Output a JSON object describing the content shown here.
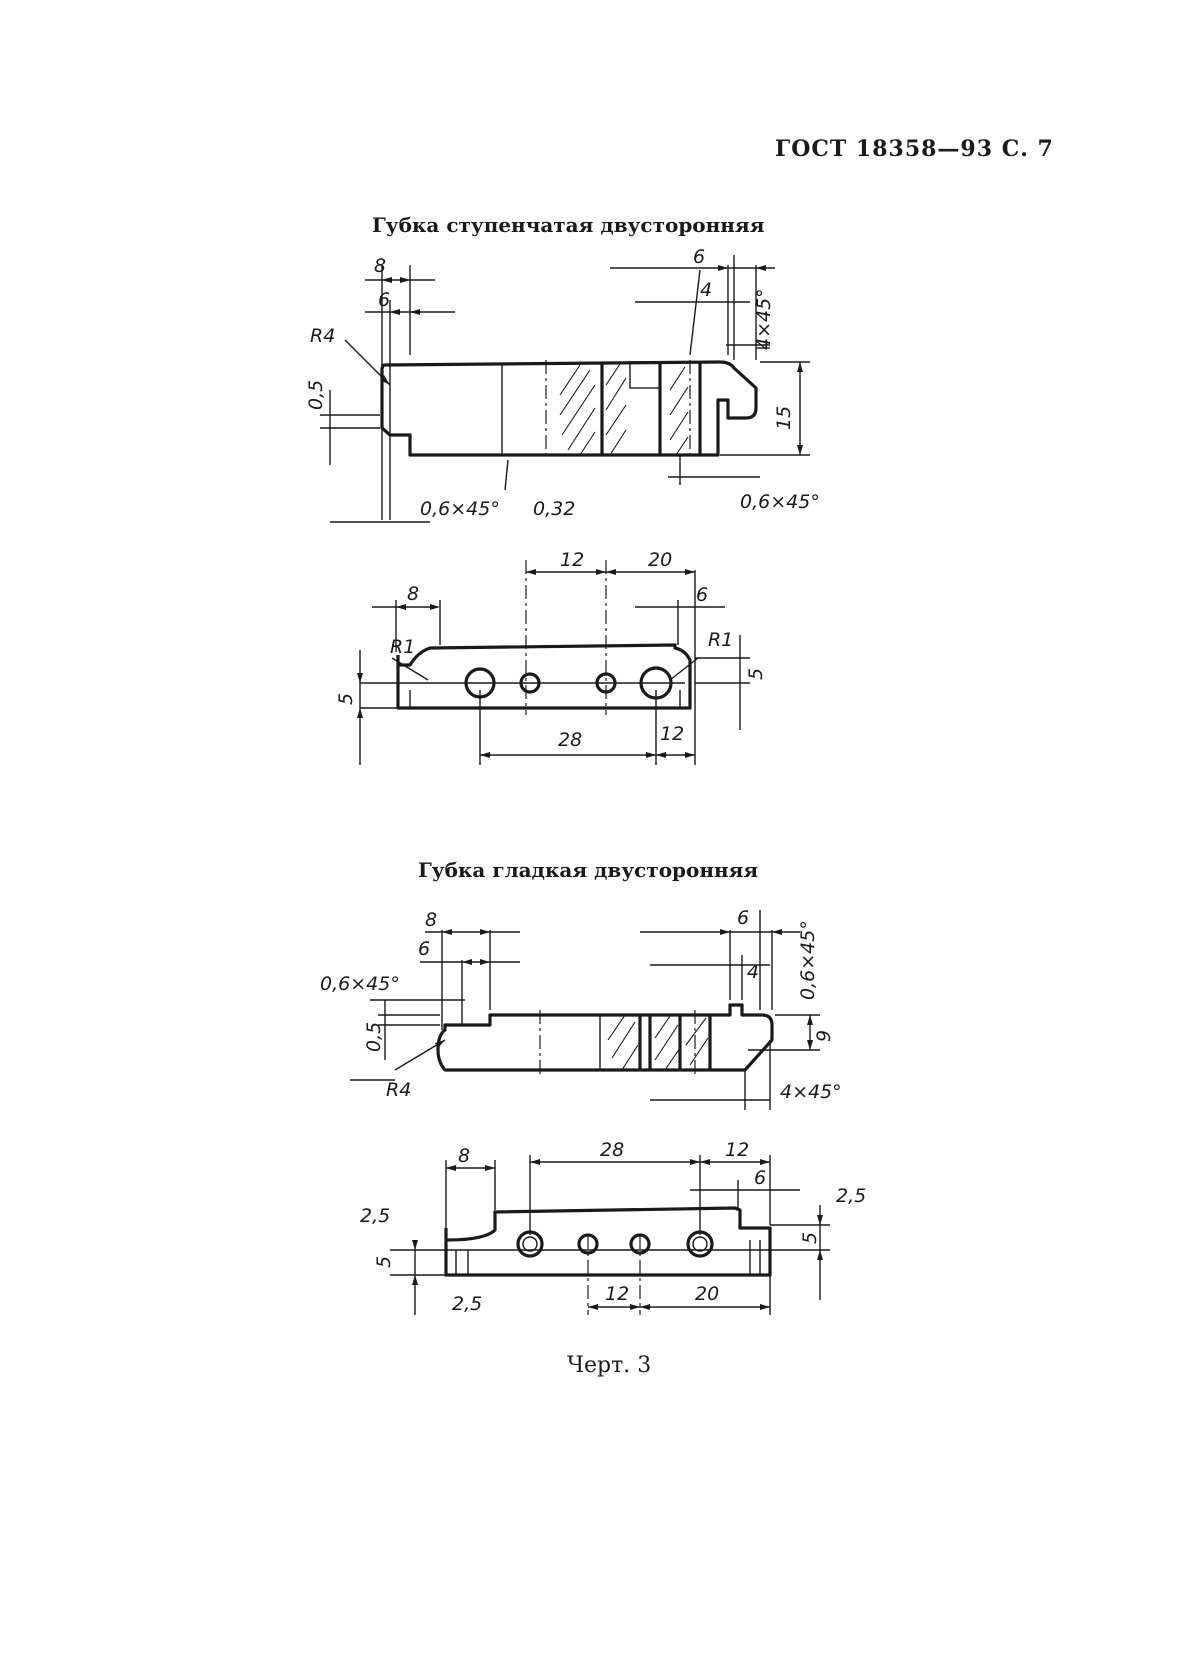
{
  "header": {
    "doc_ref": "ГОСТ 18358—93 С. 7"
  },
  "section1": {
    "title": "Губка ступенчатая двусторонняя",
    "dims": {
      "d8": "8",
      "d6": "6",
      "r4": "R4",
      "d05": "0,5",
      "ch06": "0,6×45°",
      "rough": "0,32",
      "d6r": "6",
      "d4r": "4",
      "ch4": "4×45°",
      "d15": "15",
      "ch06r": "0,6×45°"
    },
    "plan": {
      "d12": "12",
      "d20": "20",
      "d8": "8",
      "d6": "6",
      "r1a": "R1",
      "r1b": "R1",
      "d5a": "5",
      "d5b": "5",
      "d28": "28",
      "d12b": "12"
    }
  },
  "section2": {
    "title": "Губка гладкая двусторонняя",
    "dims": {
      "d8": "8",
      "d6": "6",
      "ch06": "0,6×45°",
      "d05": "0,5",
      "r4": "R4",
      "d6r": "6",
      "d4r": "4",
      "ch06r": "0,6×45°",
      "d9": "9",
      "ch4": "4×45°"
    },
    "plan": {
      "d8": "8",
      "d28": "28",
      "d12": "12",
      "d6": "6",
      "r25a": "2,5",
      "r25b": "2,5",
      "r25c": "2,5",
      "d5a": "5",
      "d5b": "5",
      "d12b": "12",
      "d20": "20"
    }
  },
  "caption": "Черт. 3"
}
